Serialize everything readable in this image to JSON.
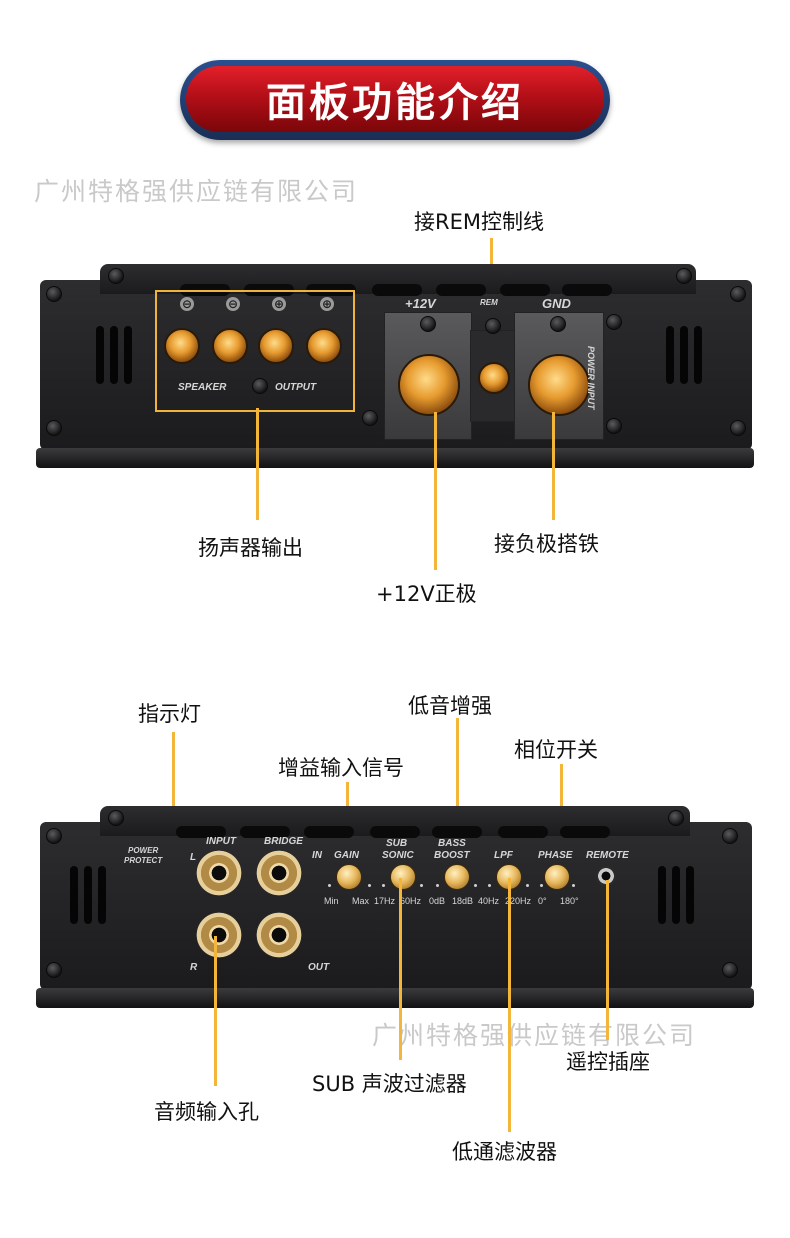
{
  "title": "面板功能介绍",
  "watermarks": [
    "广州特格强供应链有限公司",
    "广州特格强供应链有限公司"
  ],
  "top_panel": {
    "callouts": {
      "rem": "接REM控制线",
      "speaker_output": "扬声器输出",
      "positive_12v": "+12V正极",
      "ground": "接负极搭铁"
    },
    "silkscreen": {
      "speaker": "SPEAKER",
      "output": "OUTPUT",
      "plus12v": "+12V",
      "rem": "REM",
      "gnd": "GND",
      "power_input": "POWER INPUT",
      "minus": "⊖",
      "plus": "⊕"
    }
  },
  "bottom_panel": {
    "callouts": {
      "indicator": "指示灯",
      "gain": "增益输入信号",
      "bass_boost": "低音增强",
      "phase": "相位开关",
      "rca_input": "音频输入孔",
      "sub_sonic": "SUB 声波过滤器",
      "lpf": "低通滤波器",
      "remote": "遥控插座"
    },
    "silkscreen": {
      "power_protect_1": "POWER",
      "power_protect_2": "PROTECT",
      "input": "INPUT",
      "bridge": "BRIDGE",
      "l": "L",
      "r": "R",
      "in": "IN",
      "out": "OUT",
      "gain": "GAIN",
      "sub": "SUB",
      "sonic": "SONIC",
      "bass": "BASS",
      "boost": "BOOST",
      "lpf": "LPF",
      "phase": "PHASE",
      "remote": "REMOTE",
      "min": "Min",
      "max": "Max",
      "hz17": "17Hz",
      "hz60": "60Hz",
      "db0": "0dB",
      "db18": "18dB",
      "hz40": "40Hz",
      "hz220": "220Hz",
      "deg0": "0°",
      "deg180": "180°"
    }
  }
}
